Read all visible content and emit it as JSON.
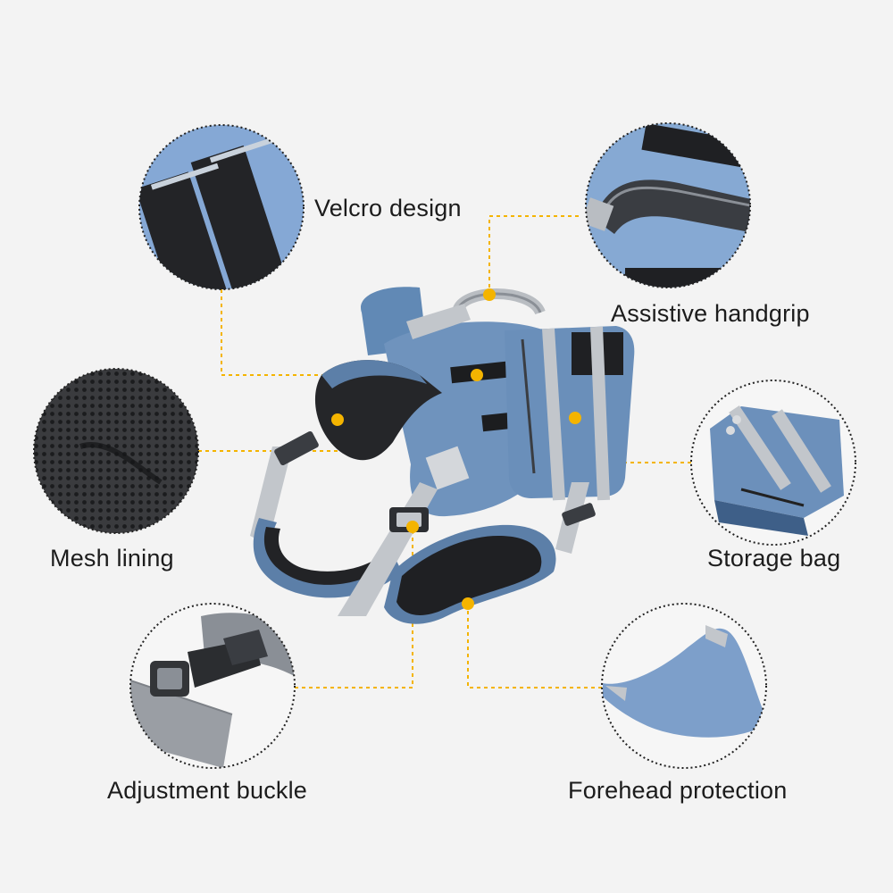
{
  "labels": {
    "velcro": "Velcro design",
    "handgrip": "Assistive handgrip",
    "mesh": "Mesh lining",
    "storage": "Storage bag",
    "buckle": "Adjustment buckle",
    "forehead": "Forehead protection"
  },
  "colors": {
    "background": "#f3f3f3",
    "harness_blue": "#6f93bd",
    "harness_dark": "#4f709a",
    "strap_gray": "#b9bdc2",
    "lining_black": "#1e1f22",
    "callout_dot": "#f4b400",
    "callout_line": "#f4b400",
    "circle_border": "#222222"
  }
}
